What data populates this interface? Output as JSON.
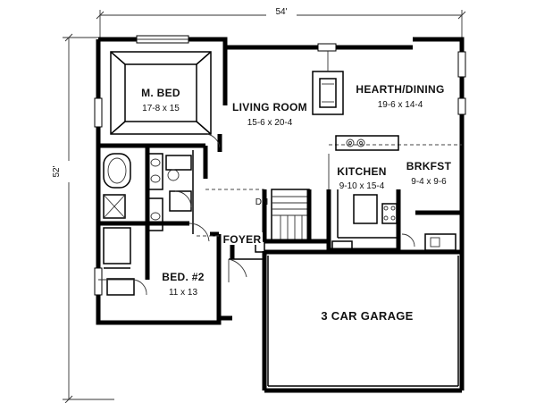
{
  "overall": {
    "width": "54'",
    "depth": "52'"
  },
  "rooms": [
    {
      "id": "master-bed",
      "name": "M. BED",
      "size": "17-8 x 15"
    },
    {
      "id": "living-room",
      "name": "LIVING ROOM",
      "size": "15-6 x 20-4"
    },
    {
      "id": "hearth-dining",
      "name": "HEARTH/DINING",
      "size": "19-6 x 14-4"
    },
    {
      "id": "kitchen",
      "name": "KITCHEN",
      "size": "9-10 x 15-4"
    },
    {
      "id": "brkfst",
      "name": "BRKFST",
      "size": "9-4 x 9-6"
    },
    {
      "id": "foyer",
      "name": "FOYER",
      "size": ""
    },
    {
      "id": "bed-2",
      "name": "BED. #2",
      "size": "11 x 13"
    },
    {
      "id": "garage",
      "name": "3 CAR GARAGE",
      "size": ""
    }
  ],
  "stairs": {
    "label": "DN"
  }
}
